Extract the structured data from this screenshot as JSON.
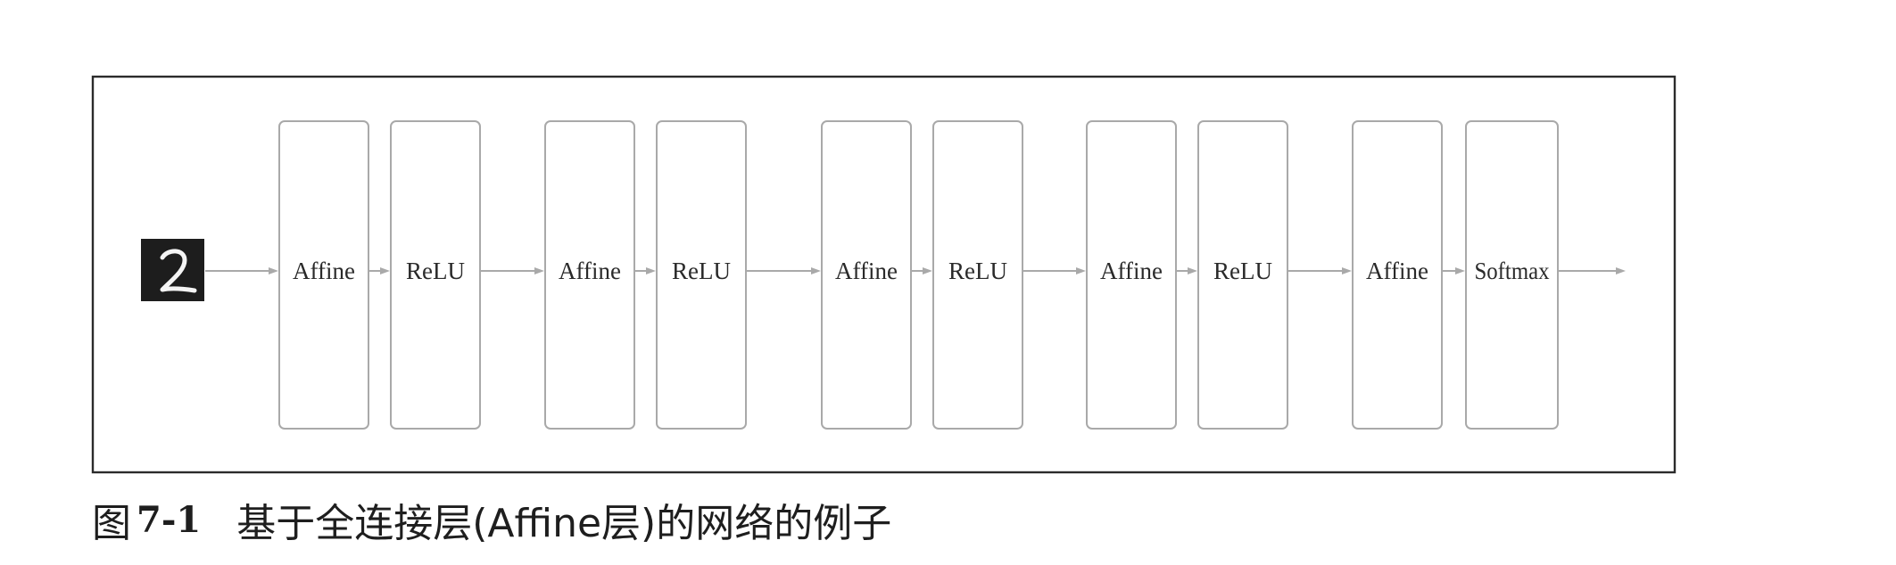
{
  "caption": {
    "prefix": "图",
    "number": "7-1",
    "text": "基于全连接层(Affine层)的网络的例子"
  },
  "diagram": {
    "input": {
      "kind": "handwritten digit",
      "digit": "2"
    },
    "layers": [
      {
        "label": "Affine"
      },
      {
        "label": "ReLU"
      },
      {
        "label": "Affine"
      },
      {
        "label": "ReLU"
      },
      {
        "label": "Affine"
      },
      {
        "label": "ReLU"
      },
      {
        "label": "Affine"
      },
      {
        "label": "ReLU"
      },
      {
        "label": "Affine"
      },
      {
        "label": "Softmax"
      }
    ],
    "colors": {
      "frame": "#2b2b2b",
      "box_stroke": "#a9a9a9",
      "arrow": "#a9a9a9",
      "text": "#2a2a2a",
      "digit_background": "#1d1d1d",
      "digit_stroke": "#f4f4f4"
    }
  }
}
